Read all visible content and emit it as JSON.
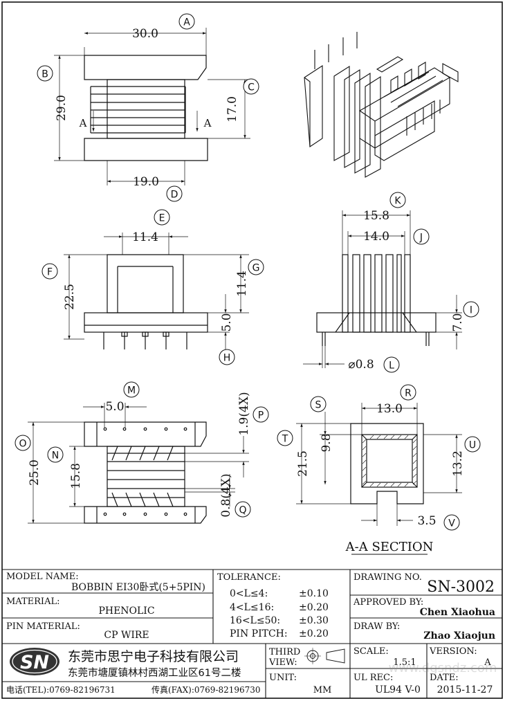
{
  "balloons": {
    "A": "A",
    "B": "B",
    "C": "C",
    "D": "D",
    "E": "E",
    "F": "F",
    "G": "G",
    "H": "H",
    "I": "I",
    "J": "J",
    "K": "K",
    "L": "L",
    "M": "M",
    "N": "N",
    "O": "O",
    "P": "P",
    "Q": "Q",
    "R": "R",
    "S": "S",
    "T": "T",
    "U": "U",
    "V": "V"
  },
  "dims": {
    "A": "30.0",
    "B": "29.0",
    "C": "17.0",
    "D": "19.0",
    "E": "11.4",
    "F": "22.5",
    "G": "11.4",
    "H": "5.0",
    "K": "15.8",
    "J": "14.0",
    "I": "7.0",
    "L": "⌀0.8",
    "M": "5.0",
    "P": "1.9(4X)",
    "O": "25.0",
    "N": "15.8",
    "Q": "0.8(4X)",
    "R": "13.0",
    "T": "21.5",
    "S": "9.8",
    "U": "13.2",
    "V": "3.5"
  },
  "section_marks": {
    "left": "A",
    "right": "A"
  },
  "section_title": "A-A SECTION",
  "title_block": {
    "model_name_label": "MODEL NAME:",
    "model_name": "BOBBIN EI30卧式(5+5PIN)",
    "material_label": "MATERIAL:",
    "material": "PHENOLIC",
    "pin_material_label": "PIN MATERIAL:",
    "pin_material": "CP WIRE",
    "tolerance_label": "TOLERANCE:",
    "tolerances": [
      {
        "range": "0<L≤4:",
        "value": "±0.10"
      },
      {
        "range": "4<L≤16:",
        "value": "±0.20"
      },
      {
        "range": "16<L≤50:",
        "value": "±0.30"
      },
      {
        "range": "PIN PITCH:",
        "value": "±0.20"
      }
    ],
    "drawing_no_label": "DRAWING NO.",
    "drawing_no": "SN-3002",
    "approved_by_label": "APPROVED BY:",
    "approved_by": "Chen Xiaohua",
    "draw_by_label": "DRAW BY:",
    "draw_by": "Zhao Xiaojun",
    "logo_text": "SN",
    "company_name": "东莞市思宁电子科技有限公司",
    "company_address": "东莞市塘厦镇林村西湖工业区61号二楼",
    "tel": "电话(TEL):0769-82196731",
    "fax": "传真(FAX):0769-82196730",
    "third_view_label_1": "THIRD",
    "third_view_label_2": "VIEW:",
    "unit_label": "UNIT:",
    "unit": "MM",
    "scale_label": "SCALE:",
    "scale": "1.5:1",
    "version_label": "VERSION:",
    "version": "A",
    "ul_rec_label": "UL REC:",
    "ul_rec": "UL94 V-0",
    "date_label": "DATE:",
    "date": "2015-11-27",
    "watermark": "www.dgsndz.com"
  }
}
